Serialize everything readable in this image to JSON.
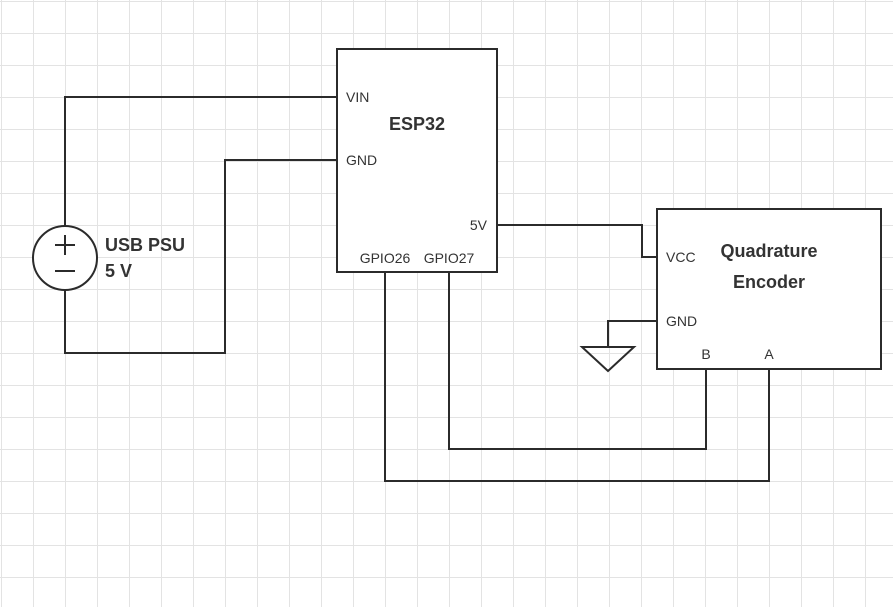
{
  "esp32": {
    "title": "ESP32",
    "pins": {
      "vin": "VIN",
      "gnd": "GND",
      "v5": "5V",
      "gpio26": "GPIO26",
      "gpio27": "GPIO27"
    }
  },
  "psu": {
    "label_line1": "USB PSU",
    "label_line2": "5 V"
  },
  "encoder": {
    "title_line1": "Quadrature",
    "title_line2": "Encoder",
    "pins": {
      "vcc": "VCC",
      "gnd": "GND",
      "b": "B",
      "a": "A"
    }
  }
}
